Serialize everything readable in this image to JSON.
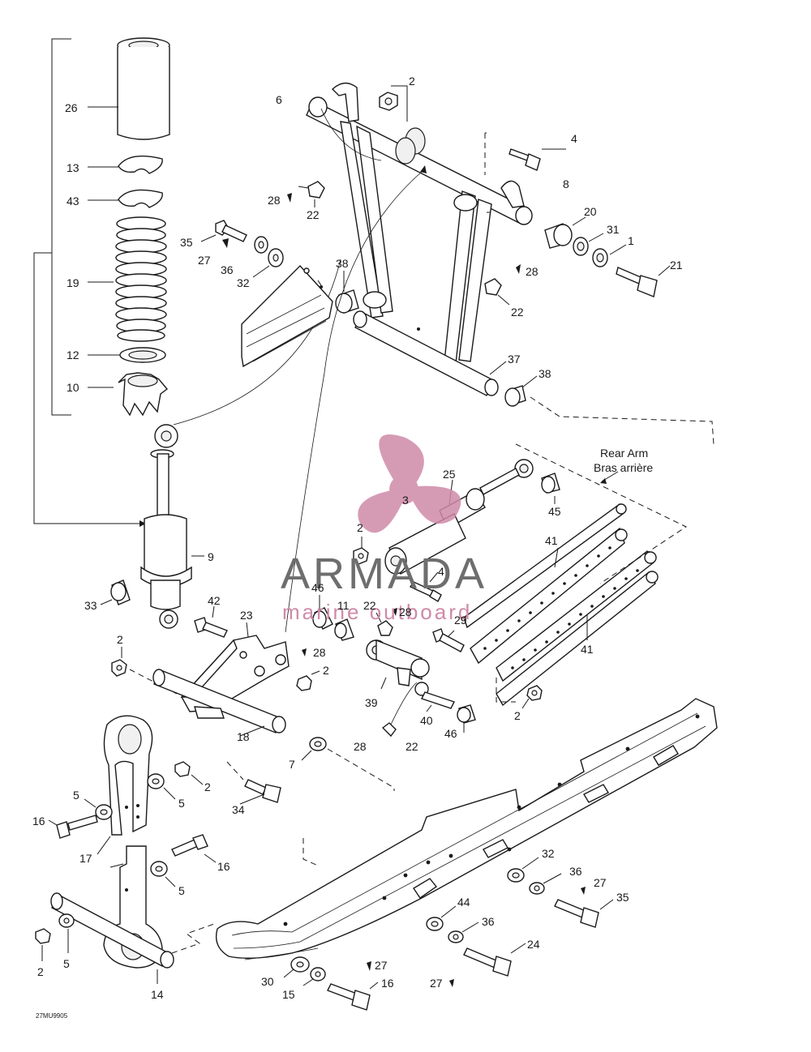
{
  "figure_code": "27MU9905",
  "rear_arm_label": "Rear Arm",
  "rear_arm_label_fr": "Bras arrière",
  "watermark": {
    "brand": "ARMADA",
    "tagline": "marine outboard",
    "color": "#d08aa8"
  },
  "callouts": {
    "c26": "26",
    "c13": "13",
    "c43": "43",
    "c19": "19",
    "c12": "12",
    "c10": "10",
    "c6": "6",
    "c2a": "2",
    "c4a": "4",
    "c8": "8",
    "c20": "20",
    "c31": "31",
    "c1": "1",
    "c21": "21",
    "c28a": "28",
    "c22a": "22",
    "c35a": "35",
    "c27a": "27",
    "c36a": "36",
    "c32a": "32",
    "c38a": "38",
    "c28b": "28",
    "c22b": "22",
    "c37": "37",
    "c38b": "38",
    "c25": "25",
    "c3": "3",
    "c45": "45",
    "c41a": "41",
    "c41b": "41",
    "c9": "9",
    "c2b": "2",
    "c4b": "4",
    "c46a": "46",
    "c11": "11",
    "c22c": "22",
    "c28c": "28",
    "c29": "29",
    "c33": "33",
    "c42": "42",
    "c23": "23",
    "c2c": "2",
    "c28d": "28",
    "c2d": "2",
    "c39": "39",
    "c40": "40",
    "c46b": "46",
    "c2e": "2",
    "c18": "18",
    "c7": "7",
    "c28e": "28",
    "c22d": "22",
    "c2f": "2",
    "c5a": "5",
    "c5b": "5",
    "c34": "34",
    "c16a": "16",
    "c17": "17",
    "c16b": "16",
    "c5c": "5",
    "c2g": "2",
    "c5d": "5",
    "c14": "14",
    "c32b": "32",
    "c36b": "36",
    "c27b": "27",
    "c35b": "35",
    "c44": "44",
    "c36c": "36",
    "c24": "24",
    "c27c": "27",
    "c30": "30",
    "c15": "15",
    "c27d": "27",
    "c16c": "16"
  }
}
